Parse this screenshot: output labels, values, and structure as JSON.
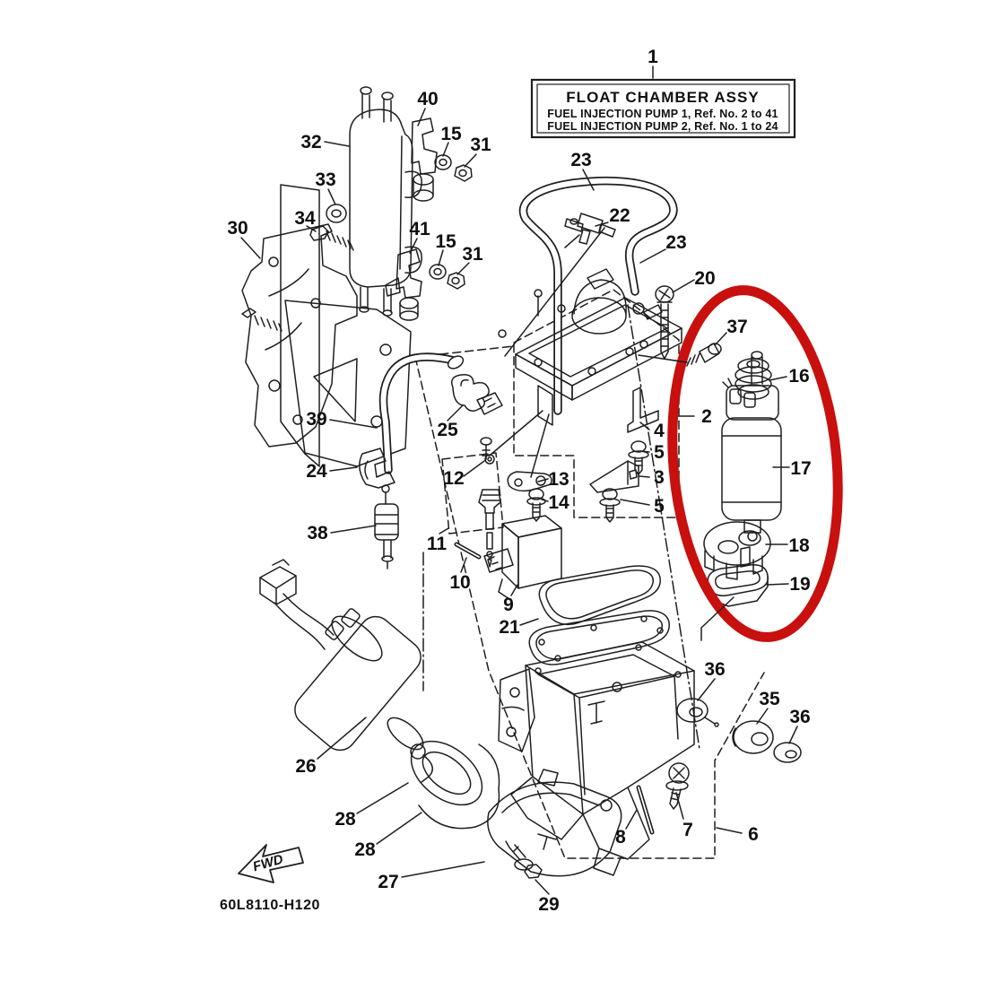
{
  "diagram": {
    "title_box": {
      "title": "FLOAT CHAMBER ASSY",
      "line1": "FUEL INJECTION PUMP 1,  Ref. No. 2 to 41",
      "line2": "FUEL INJECTION PUMP 2,  Ref. No. 1 to 24"
    },
    "part_code": "60L8110-H120",
    "fwd_arrow": {
      "label": "FWD"
    },
    "highlight": {
      "shape": "ellipse",
      "color": "#c8100e"
    },
    "labels": [
      {
        "text": "1"
      },
      {
        "text": "40"
      },
      {
        "text": "15"
      },
      {
        "text": "31"
      },
      {
        "text": "32"
      },
      {
        "text": "33"
      },
      {
        "text": "30"
      },
      {
        "text": "34"
      },
      {
        "text": "41"
      },
      {
        "text": "15"
      },
      {
        "text": "31"
      },
      {
        "text": "23"
      },
      {
        "text": "22"
      },
      {
        "text": "23"
      },
      {
        "text": "20"
      },
      {
        "text": "37"
      },
      {
        "text": "16"
      },
      {
        "text": "2"
      },
      {
        "text": "4"
      },
      {
        "text": "5"
      },
      {
        "text": "25"
      },
      {
        "text": "12"
      },
      {
        "text": "13"
      },
      {
        "text": "3"
      },
      {
        "text": "14"
      },
      {
        "text": "5"
      },
      {
        "text": "17"
      },
      {
        "text": "39"
      },
      {
        "text": "24"
      },
      {
        "text": "38"
      },
      {
        "text": "11"
      },
      {
        "text": "10"
      },
      {
        "text": "9"
      },
      {
        "text": "18"
      },
      {
        "text": "19"
      },
      {
        "text": "21"
      },
      {
        "text": "36"
      },
      {
        "text": "35"
      },
      {
        "text": "36"
      },
      {
        "text": "26"
      },
      {
        "text": "28"
      },
      {
        "text": "28"
      },
      {
        "text": "27"
      },
      {
        "text": "29"
      },
      {
        "text": "8"
      },
      {
        "text": "7"
      },
      {
        "text": "6"
      }
    ]
  }
}
